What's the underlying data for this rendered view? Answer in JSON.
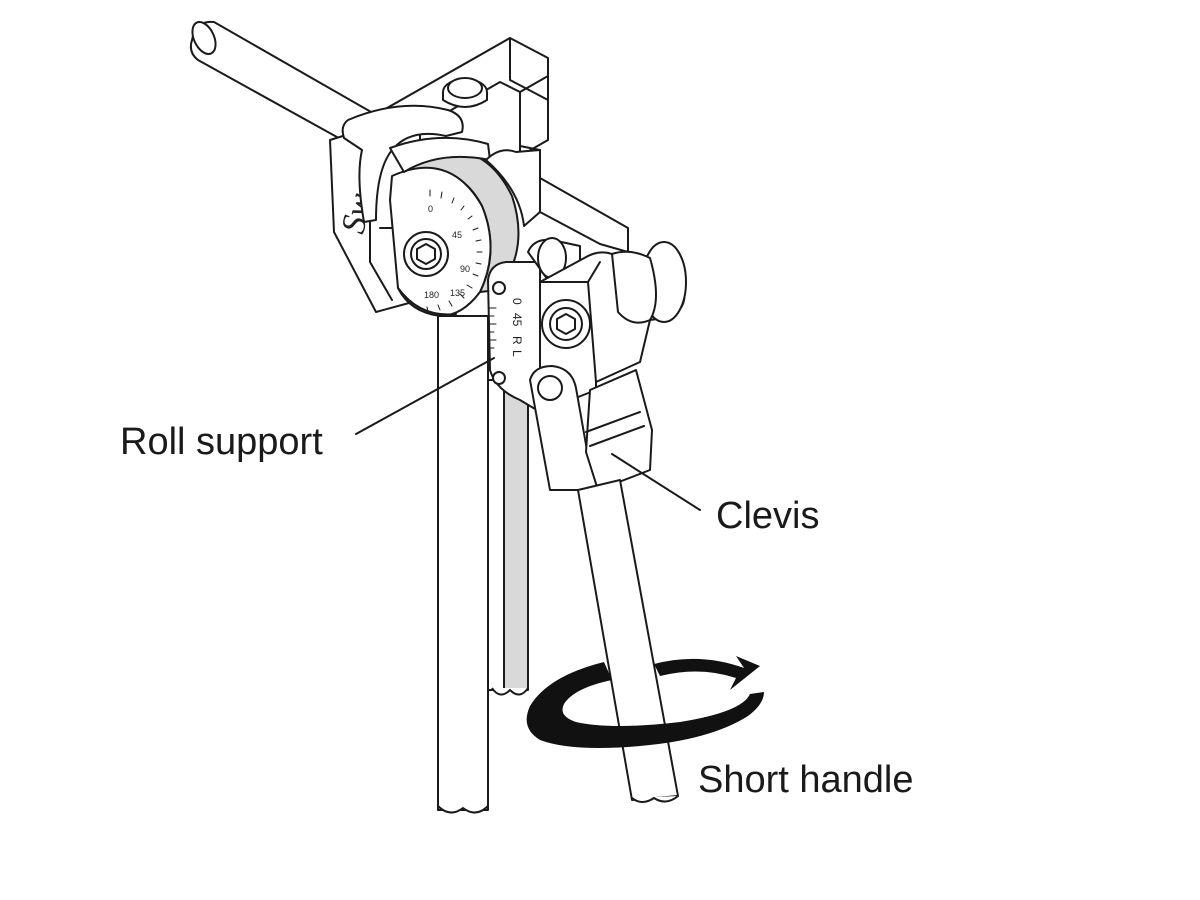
{
  "callouts": {
    "roll_support": "Roll support",
    "clevis": "Clevis",
    "short_handle": "Short handle"
  },
  "bend_die_scale": [
    "0",
    "45",
    "90",
    "135",
    "180"
  ],
  "roll_support_index": [
    "0",
    "45",
    "R",
    "L"
  ],
  "brand_mark": "Sw",
  "colors": {
    "line": "#1a1a1a",
    "tube_shade": "#d9d9d9",
    "rotation_arrow": "#111111",
    "background": "#ffffff"
  },
  "icons": {
    "rotation_arrow": "clockwise-rotation-arrow-icon"
  }
}
